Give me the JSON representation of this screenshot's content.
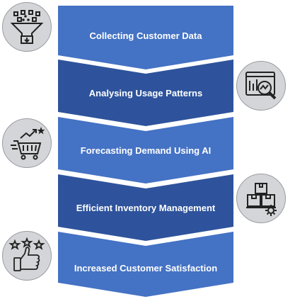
{
  "steps": [
    {
      "label": "Collecting Customer Data",
      "color": "#4472c4"
    },
    {
      "label": "Analysing Usage Patterns",
      "color": "#2e539c"
    },
    {
      "label": "Forecasting Demand Using AI",
      "color": "#4472c4"
    },
    {
      "label": "Efficient Inventory Management",
      "color": "#2e539c"
    },
    {
      "label": "Increased Customer Satisfaction",
      "color": "#4472c4"
    }
  ],
  "icons": [
    {
      "name": "data-funnel-icon"
    },
    {
      "name": "chart-magnifier-icon"
    },
    {
      "name": "shopping-cart-trend-icon"
    },
    {
      "name": "boxes-gear-icon"
    },
    {
      "name": "thumbs-up-stars-icon"
    }
  ]
}
